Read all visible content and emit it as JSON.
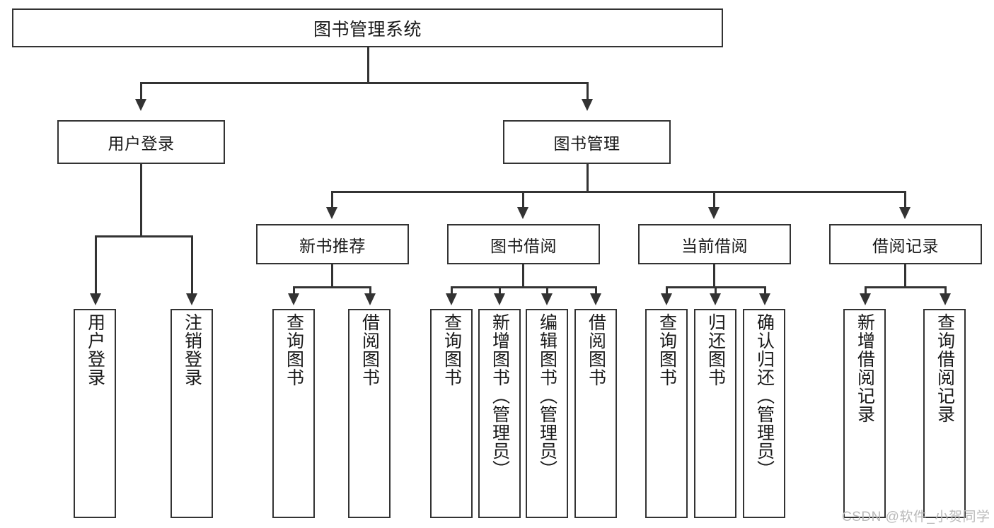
{
  "diagram": {
    "title": "图书管理系统",
    "type": "tree",
    "root": {
      "label": "图书管理系统"
    },
    "level2": [
      {
        "label": "用户登录"
      },
      {
        "label": "图书管理"
      }
    ],
    "level3": [
      {
        "label": "新书推荐"
      },
      {
        "label": "图书借阅"
      },
      {
        "label": "当前借阅"
      },
      {
        "label": "借阅记录"
      }
    ],
    "leaves": [
      {
        "label": "用户登录",
        "parent": "用户登录"
      },
      {
        "label": "注销登录",
        "parent": "用户登录"
      },
      {
        "label": "查询图书",
        "parent": "新书推荐"
      },
      {
        "label": "借阅图书",
        "parent": "新书推荐"
      },
      {
        "label": "查询图书",
        "parent": "图书借阅"
      },
      {
        "label": "新增图书（管理员）",
        "parent": "图书借阅"
      },
      {
        "label": "编辑图书（管理员）",
        "parent": "图书借阅"
      },
      {
        "label": "借阅图书",
        "parent": "图书借阅"
      },
      {
        "label": "查询图书",
        "parent": "当前借阅"
      },
      {
        "label": "归还图书",
        "parent": "当前借阅"
      },
      {
        "label": "确认归还（管理员）",
        "parent": "当前借阅"
      },
      {
        "label": "新增借阅记录",
        "parent": "借阅记录"
      },
      {
        "label": "查询借阅记录",
        "parent": "借阅记录"
      }
    ]
  },
  "watermark": {
    "text": "CSDN @软件_小贺同学"
  },
  "colors": {
    "stroke": "#333333",
    "fill": "#ffffff",
    "text": "#1a1a1a",
    "watermark": "#b9b9b9"
  }
}
